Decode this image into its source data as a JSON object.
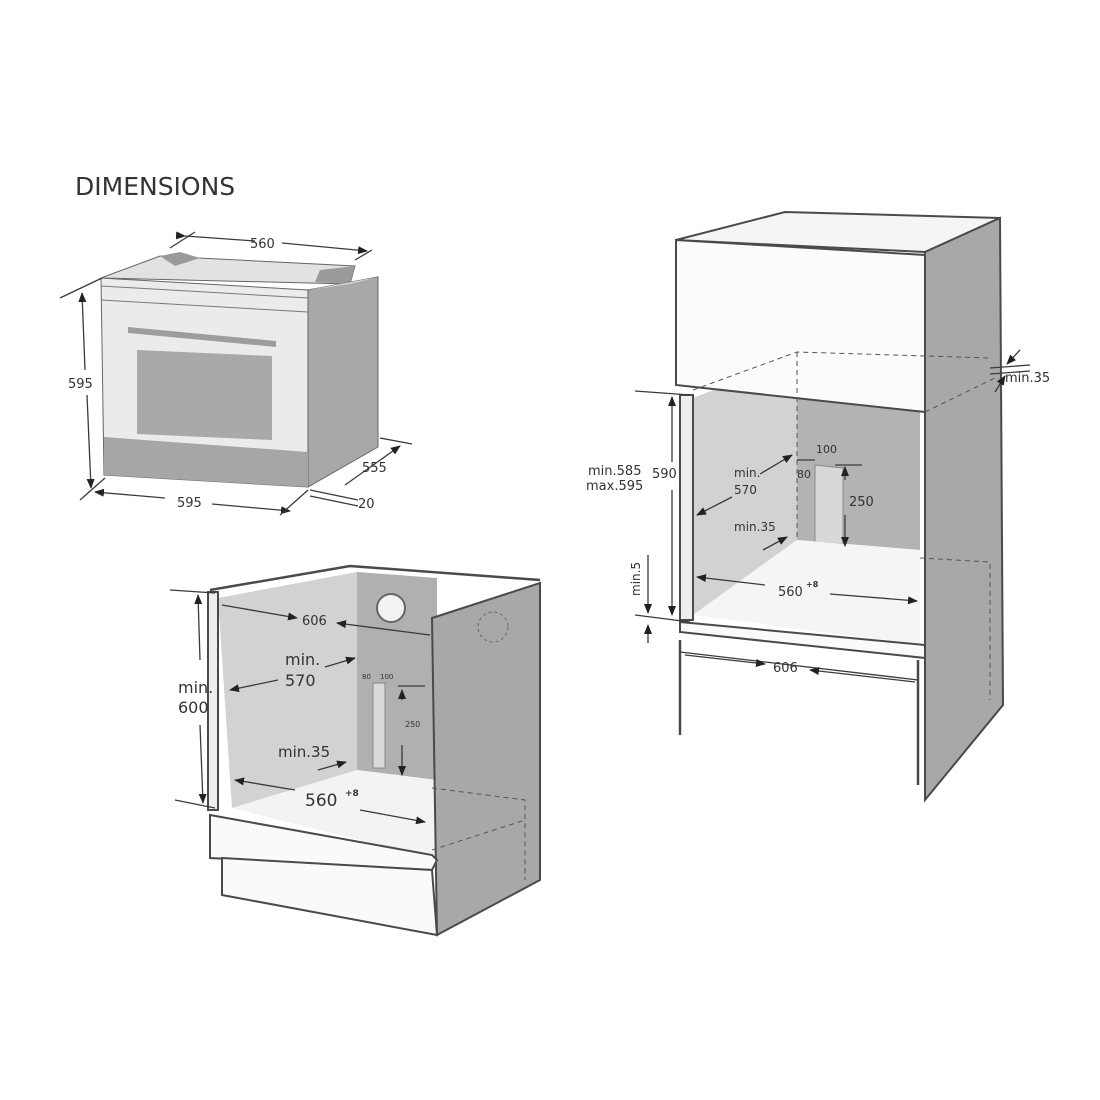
{
  "title": "DIMENSIONS",
  "oven": {
    "width_top": "560",
    "height": "595",
    "width_front": "595",
    "depth": "555",
    "front_depth": "20"
  },
  "under_counter": {
    "depth_606": "606",
    "height_label_1": "min.",
    "height_label_2": "600",
    "width_label_1": "min.",
    "width_label_2": "570",
    "gap": "min.35",
    "opening": "560",
    "opening_tol": "+8",
    "vent_80": "80",
    "vent_100": "100",
    "vent_250": "250"
  },
  "tall_unit": {
    "top_gap": "min.35",
    "height_min": "min.585",
    "height_max": "max.595",
    "height": "590",
    "width_label_1": "min.",
    "width_label_2": "570",
    "vent_100": "100",
    "vent_80": "80",
    "vent_250": "250",
    "gap": "min.35",
    "bottom_gap": "min.5",
    "opening": "560",
    "opening_tol": "+8",
    "depth_606": "606"
  },
  "colors": {
    "panel": "#a9a9a9",
    "wall": "#d0d0d0",
    "front": "#e6e6e6",
    "edge": "#4a4a4a"
  }
}
